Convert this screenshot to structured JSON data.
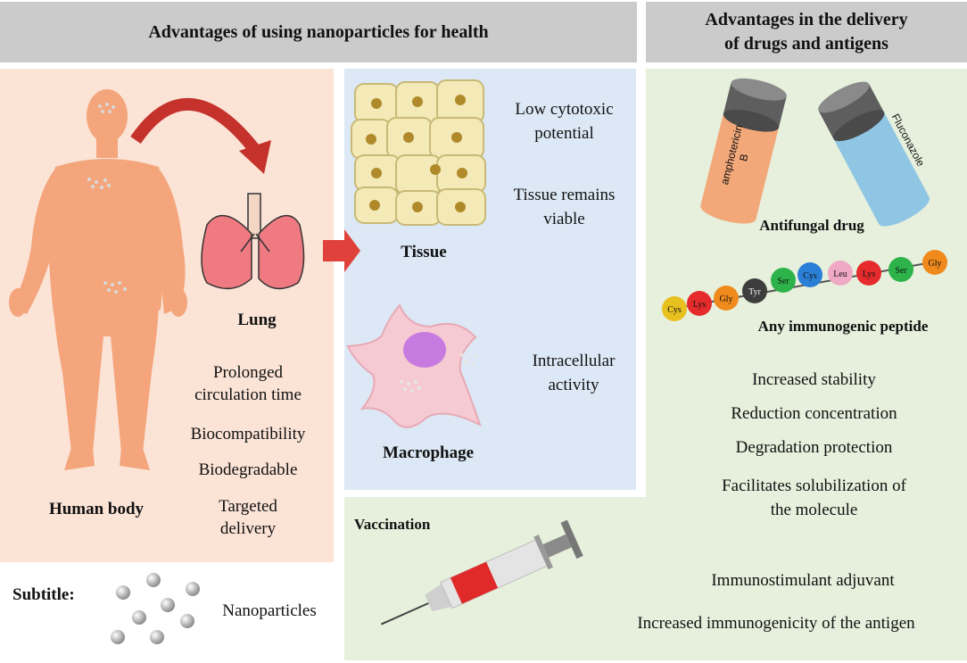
{
  "headers": {
    "left": "Advantages of using nanoparticles for health",
    "right_line1": "Advantages in the delivery",
    "right_line2": "of drugs and antigens"
  },
  "left_panel": {
    "human_body": "Human body",
    "lung": "Lung",
    "properties": [
      "Prolonged",
      "circulation time",
      "Biocompatibility",
      "Biodegradable",
      "Targeted",
      "delivery"
    ]
  },
  "middle_panel": {
    "tissue": "Tissue",
    "tissue_notes": [
      "Low cytotoxic",
      "potential",
      "Tissue remains",
      "viable"
    ],
    "macrophage": "Macrophage",
    "macrophage_notes": [
      "Intracellular",
      "activity"
    ]
  },
  "right_panel": {
    "vial1": "amphotericin\nB",
    "vial1_line1": "amphotericin",
    "vial1_line2": "B",
    "vial2": "Fluconazole",
    "antifungal": "Antifungal drug",
    "peptide_beads": [
      "Cys",
      "Lys",
      "Gly",
      "Tyr",
      "Ser",
      "Cys",
      "Leu",
      "Lys",
      "Ser",
      "Gly"
    ],
    "peptide_label": "Any immunogenic peptide",
    "advantages": [
      "Increased  stability",
      "Reduction concentration",
      "Degradation  protection",
      "Facilitates solubilization of",
      "the molecule"
    ]
  },
  "vaccination": {
    "title": "Vaccination",
    "notes": [
      "Immunostimulant  adjuvant",
      "Increased  immunogenicity  of the antigen"
    ]
  },
  "legend": {
    "subtitle": "Subtitle:",
    "nanoparticles": "Nanoparticles"
  },
  "colors": {
    "header_gray": "#cbcbcb",
    "left_bg": "#fbe3d6",
    "middle_bg": "#dce8f5",
    "right_bg": "#e6f0dc",
    "body_orange": "#f4a57c",
    "arrow_red": "#e0413a"
  }
}
